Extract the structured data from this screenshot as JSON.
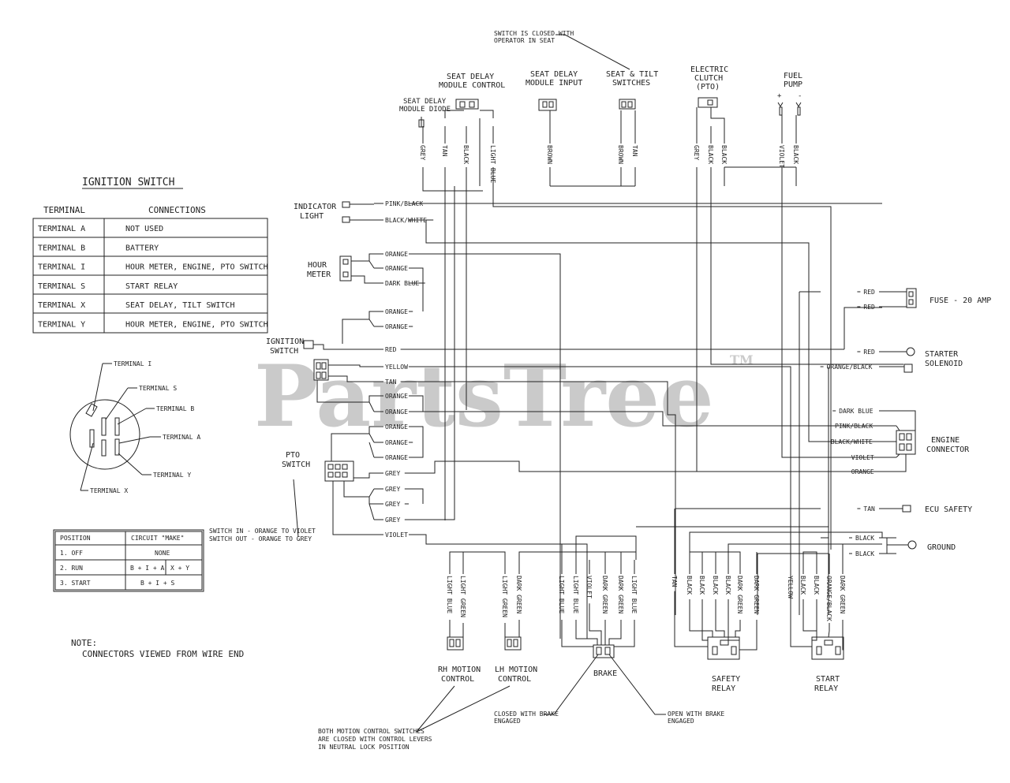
{
  "watermark": {
    "text": "PartsTree",
    "tm": "TM"
  },
  "ignition_table": {
    "title": "IGNITION SWITCH",
    "headers": [
      "TERMINAL",
      "CONNECTIONS"
    ],
    "rows": [
      {
        "terminal": "TERMINAL  A",
        "connection": "NOT USED"
      },
      {
        "terminal": "TERMINAL  B",
        "connection": "BATTERY"
      },
      {
        "terminal": "TERMINAL  I",
        "connection": "HOUR METER, ENGINE, PTO SWITCH"
      },
      {
        "terminal": "TERMINAL  S",
        "connection": "START RELAY"
      },
      {
        "terminal": "TERMINAL  X",
        "connection": "SEAT DELAY, TILT SWITCH"
      },
      {
        "terminal": "TERMINAL  Y",
        "connection": "HOUR METER, ENGINE, PTO SWITCH"
      }
    ]
  },
  "switch_terminals": {
    "i": "TERMINAL I",
    "s": "TERMINAL S",
    "b": "TERMINAL B",
    "a": "TERMINAL A",
    "y": "TERMINAL Y",
    "x": "TERMINAL X"
  },
  "position_table": {
    "headers": [
      "POSITION",
      "CIRCUIT \"MAKE\""
    ],
    "rows": [
      {
        "position": "1. OFF",
        "make": [
          "NONE"
        ]
      },
      {
        "position": "2. RUN",
        "make": [
          "B + I + A",
          "X + Y"
        ]
      },
      {
        "position": "3. START",
        "make": [
          "B + I + S"
        ]
      }
    ]
  },
  "note": {
    "line1": "NOTE:",
    "line2": "CONNECTORS VIEWED FROM WIRE END"
  },
  "top_labels": {
    "seat_note": [
      "SWITCH IS CLOSED WITH",
      "OPERATOR IN SEAT"
    ],
    "seat_delay_control": [
      "SEAT DELAY",
      "MODULE CONTROL"
    ],
    "seat_delay_diode": [
      "SEAT DELAY",
      "MODULE DIODE"
    ],
    "seat_delay_input": [
      "SEAT DELAY",
      "MODULE INPUT"
    ],
    "seat_tilt": [
      "SEAT & TILT",
      "SWITCHES"
    ],
    "clutch": [
      "ELECTRIC",
      "CLUTCH",
      "(PTO)"
    ],
    "fuel_pump": [
      "FUEL",
      "PUMP"
    ],
    "fuel_polarity": [
      "+",
      "-"
    ]
  },
  "top_wires": [
    "GREY",
    "TAN",
    "BLACK",
    "LIGHT BLUE",
    "BROWN",
    "BROWN",
    "TAN",
    "GREY",
    "BLACK",
    "BLACK",
    "VIOLET",
    "BLACK"
  ],
  "left_components": {
    "indicator": [
      "INDICATOR",
      "LIGHT"
    ],
    "hour_meter": [
      "HOUR",
      "METER"
    ],
    "ignition": [
      "IGNITION",
      "SWITCH"
    ],
    "pto": [
      "PTO",
      "SWITCH"
    ],
    "pto_note": [
      "SWITCH IN - ORANGE TO VIOLET",
      "SWITCH OUT - ORANGE TO GREY"
    ]
  },
  "left_wires": [
    "PINK/BLACK",
    "BLACK/WHITE",
    "ORANGE",
    "ORANGE",
    "DARK BLUE",
    "ORANGE",
    "ORANGE",
    "RED",
    "YELLOW",
    "TAN",
    "ORANGE",
    "ORANGE",
    "ORANGE",
    "ORANGE",
    "ORANGE",
    "GREY",
    "GREY",
    "GREY",
    "GREY",
    "VIOLET"
  ],
  "right_wires": [
    "RED",
    "RED",
    "RED",
    "ORANGE/BLACK",
    "DARK BLUE",
    "PINK/BLACK",
    "BLACK/WHITE",
    "VIOLET",
    "ORANGE",
    "TAN",
    "BLACK",
    "BLACK"
  ],
  "right_components": {
    "fuse": "FUSE - 20 AMP",
    "starter": [
      "STARTER",
      "SOLENOID"
    ],
    "engine": [
      "ENGINE",
      "CONNECTOR"
    ],
    "ecu": "ECU SAFETY",
    "ground": "GROUND"
  },
  "bottom_wires": [
    "LIGHT BLUE",
    "LIGHT GREEN",
    "LIGHT GREEN",
    "DARK GREEN",
    "LIGHT BLUE",
    "LIGHT BLUE",
    "VIOLET",
    "DARK GREEN",
    "DARK GREEN",
    "LIGHT BLUE",
    "TAN",
    "BLACK",
    "BLACK",
    "BLACK",
    "BLACK",
    "DARK GREEN",
    "DARK GREEN",
    "YELLOW",
    "BLACK",
    "BLACK",
    "ORANGE/BLACK",
    "DARK GREEN"
  ],
  "bottom_components": {
    "rh": [
      "RH MOTION",
      "CONTROL"
    ],
    "lh": [
      "LH MOTION",
      "CONTROL"
    ],
    "brake": "BRAKE",
    "safety": [
      "SAFETY",
      "RELAY"
    ],
    "start": [
      "START",
      "RELAY"
    ],
    "brake_closed": [
      "CLOSED WITH BRAKE",
      "ENGAGED"
    ],
    "brake_open": [
      "OPEN WITH BRAKE",
      "ENGAGED"
    ],
    "motion_note": [
      "BOTH MOTION CONTROL SWITCHES",
      "ARE CLOSED WITH CONTROL LEVERS",
      "IN NEUTRAL LOCK POSITION"
    ]
  }
}
